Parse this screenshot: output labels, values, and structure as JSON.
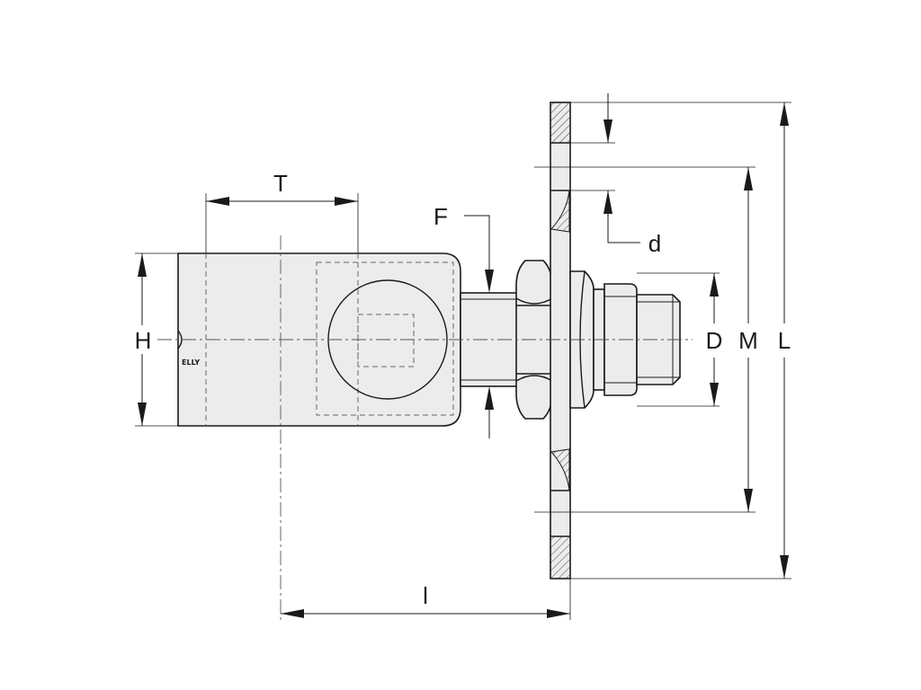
{
  "labels": {
    "T": "T",
    "F": "F",
    "d": "d",
    "H": "H",
    "D": "D",
    "M": "M",
    "L": "L",
    "I": "l"
  },
  "brand_mark": "ELLY",
  "colors": {
    "part_fill": "#ececec",
    "line": "#1a1a1a"
  }
}
